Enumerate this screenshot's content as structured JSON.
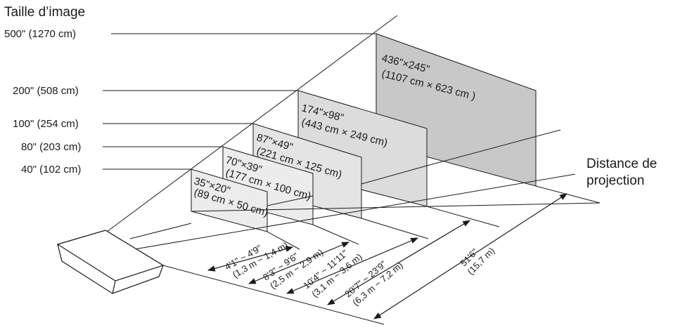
{
  "image_size_title": "Taille d’image",
  "distance_title_line1": "Distance de",
  "distance_title_line2": "projection",
  "size_labels": [
    "500\" (1270 cm)",
    "200\" (508 cm)",
    "100\" (254 cm)",
    "80\" (203 cm)",
    "40\" (102 cm)"
  ],
  "screens": [
    {
      "line1": "35\"×20\"",
      "line2": "(89 cm × 50 cm)"
    },
    {
      "line1": "70\"×39\"",
      "line2": "(177 cm × 100 cm)"
    },
    {
      "line1": "87\"×49\"",
      "line2": "(221 cm × 125 cm)"
    },
    {
      "line1": "174\"×98\"",
      "line2": "(443 cm × 249 cm)"
    },
    {
      "line1": "436\"×245\"",
      "line2": "(1107 cm × 623 cm )"
    }
  ],
  "distances": [
    {
      "line1": "4'1\" ~ 4'9\"",
      "line2": "(1,3 m ~ 1,4 m)"
    },
    {
      "line1": "8'3\" ~ 9'6\"",
      "line2": "(2,5 m ~ 2,9 m)"
    },
    {
      "line1": "10'4\" ~ 11'11\"",
      "line2": "(3,1 m ~ 3,6 m)"
    },
    {
      "line1": "20'7\" ~ 23'9\"",
      "line2": "(6,3 m ~ 7,2 m)"
    },
    {
      "line1": "51'6\"",
      "line2": "(15,7 m)"
    }
  ],
  "colors": {
    "line": "#1a1a1a",
    "screen_fill_small": "#ececec",
    "screen_fill_large": "#c8c8c8"
  }
}
